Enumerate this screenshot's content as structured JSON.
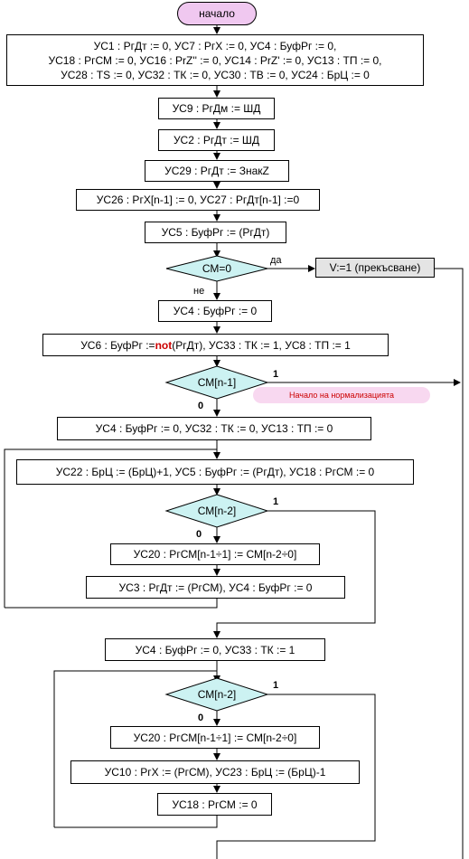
{
  "start": "начало",
  "b1": {
    "line1": "УС1 : РгДт := 0,     УС7 : РгХ := 0,     УС4 : БуфРг := 0,",
    "line2": "УС18 : РгСМ := 0,    УС16 : PrZ'' := 0,   УС14 : PrZ' := 0,   УС13 : ТП := 0,",
    "line3": "УС28 : TS := 0,   УС32 : ТК := 0,   УС30 : ТВ := 0,   УС24 : БрЦ := 0"
  },
  "b2": "УС9 : РгДм := ШД",
  "b3": "УС2 : РгДт := ШД",
  "b4": "УС29 : РгДт := ЗнакZ",
  "b5": "УС26 : РгХ[n-1] := 0,   УС27 : РгДт[n-1] :=0",
  "b6": "УС5 : БуфРг := (РгДт)",
  "d1": {
    "text": "СМ=0",
    "yes": "да",
    "no": "не"
  },
  "interrupt": "V:=1 (прекъсване)",
  "b7": "УС4 : БуфРг := 0",
  "b8": {
    "pre": "УС6 : БуфРг := ",
    "kw": "not",
    "post": "(РгДт),   УС33 : ТК := 1,   УС8 : ТП := 1"
  },
  "d2": {
    "text": "СМ[n-1]",
    "one": "1",
    "zero": "0"
  },
  "note": "Начало на нормализацията",
  "b9": "УС4 : БуфРг := 0,   УС32 : ТК := 0,   УС13 : ТП := 0",
  "b10": "УС22 : БрЦ := (БрЦ)+1,   УС5 : БуфРг := (РгДт),   УС18 : РгСМ := 0",
  "d3": {
    "text": "СМ[n-2]",
    "one": "1",
    "zero": "0"
  },
  "b11": "УС20 : РгСМ[n-1÷1] := СМ[n-2÷0]",
  "b12": "УС3 : РгДт := (РгСМ),     УС4 : БуфРг := 0",
  "b13": "УС4 : БуфРг := 0,   УС33 : ТК := 1",
  "d4": {
    "text": "СМ[n-2]",
    "one": "1",
    "zero": "0"
  },
  "b14": "УС20 : РгСМ[n-1÷1] := СМ[n-2÷0]",
  "b15": "УС10 : РгХ := (РгСМ),    УС23 : БрЦ := (БрЦ)-1",
  "b16": "УС18 : РгСМ := 0",
  "colors": {
    "start_fill": "#f0c8f0",
    "decision_fill": "#ccf2f2",
    "interrupt_fill": "#e4e4e4",
    "note_fill": "#f8d8f0",
    "accent_red": "#cc0000"
  }
}
